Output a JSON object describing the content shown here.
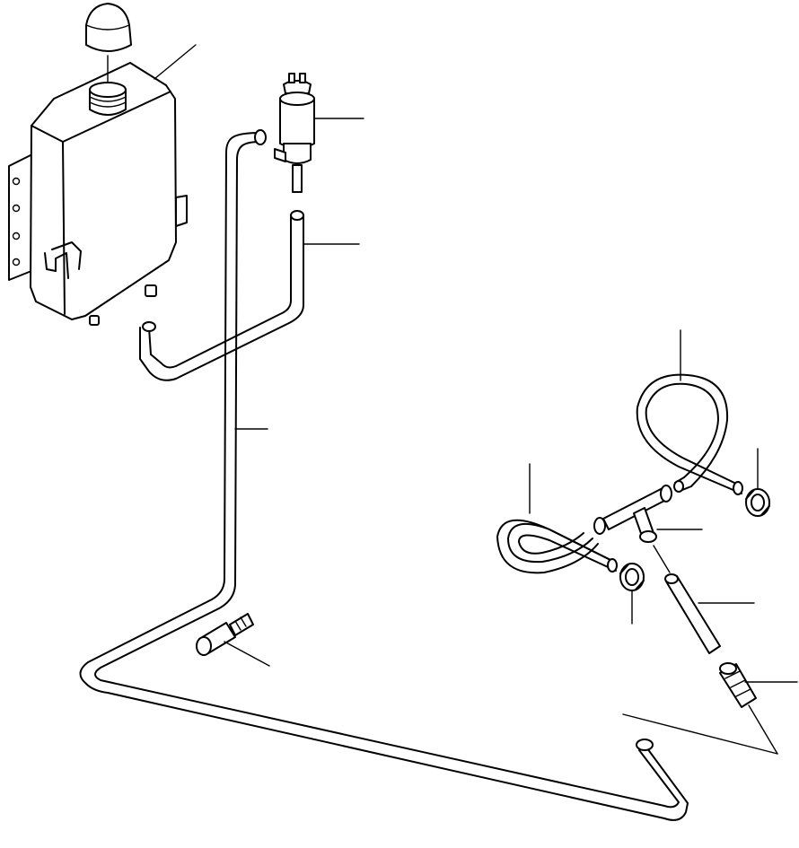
{
  "diagram": {
    "parts": [
      "reservoir-cap",
      "washer-reservoir-tank",
      "washer-pump-motor",
      "short-hose",
      "long-supply-hose",
      "nozzle",
      "hose-loop-right",
      "hose-loop-left",
      "hose-clamp-right",
      "hose-clamp-left",
      "tee-connector",
      "straight-hose-segment",
      "hose-joint-connector"
    ],
    "colors": {
      "line": "#000000",
      "background": "#ffffff"
    }
  }
}
